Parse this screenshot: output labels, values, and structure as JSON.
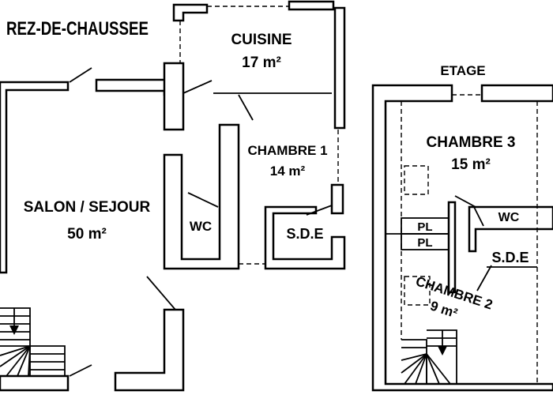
{
  "rdc": {
    "title": "REZ-DE-CHAUSSEE",
    "cuisine": {
      "name": "CUISINE",
      "area": "17 m²"
    },
    "chambre1": {
      "name": "CHAMBRE 1",
      "area": "14 m²"
    },
    "salon": {
      "name": "SALON / SEJOUR",
      "area": "50 m²"
    },
    "wc": "WC",
    "sde": "S.D.E"
  },
  "etage": {
    "title": "ETAGE",
    "chambre3": {
      "name": "CHAMBRE 3",
      "area": "15 m²"
    },
    "chambre2": {
      "name": "CHAMBRE 2",
      "area": "9 m²"
    },
    "wc": "WC",
    "sde": "S.D.E",
    "placard1": "PL",
    "placard2": "PL"
  }
}
